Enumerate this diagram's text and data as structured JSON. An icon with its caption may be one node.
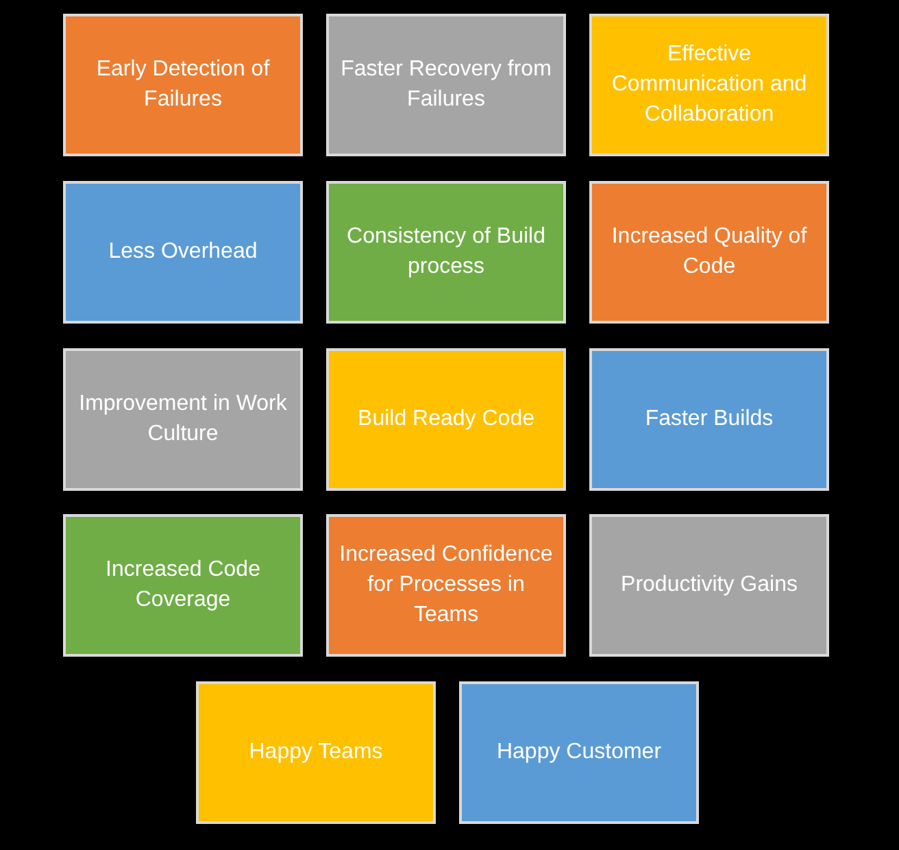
{
  "diagram": {
    "nodes": [
      {
        "text": [
          "Early Detection of Failures"
        ]
      },
      {
        "text": [
          "Faster Recovery from Failures"
        ]
      },
      {
        "text": [
          "Effective Communication and Collaboration"
        ]
      },
      {
        "text": [
          "Less Overhead"
        ]
      },
      {
        "text": [
          "Consistency of Build process"
        ]
      },
      {
        "text": [
          "Increased Quality of Code"
        ]
      },
      {
        "text": [
          "Improvement in Work Culture"
        ]
      },
      {
        "text": [
          "Build Ready Code"
        ]
      },
      {
        "text": [
          "Faster Builds"
        ]
      },
      {
        "text": [
          "Increased Code Coverage"
        ]
      },
      {
        "text": [
          "Increased Confidence for Processes in Teams"
        ]
      },
      {
        "text": [
          "Productivity Gains"
        ]
      },
      {
        "text": [
          "Happy Teams"
        ]
      },
      {
        "text": [
          "Happy Customer"
        ]
      }
    ]
  }
}
